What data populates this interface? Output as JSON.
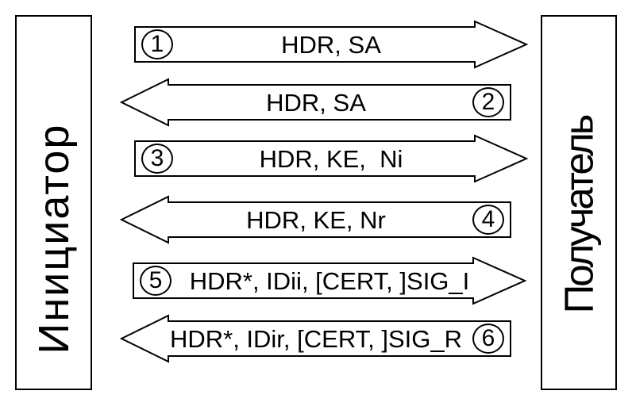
{
  "diagram": {
    "type": "protocol-exchange",
    "actors": {
      "initiator": "Инициатор",
      "receiver": "Получатель"
    },
    "messages": [
      {
        "step": "1",
        "direction": "right",
        "payload": "HDR, SA"
      },
      {
        "step": "2",
        "direction": "left",
        "payload": "HDR, SA"
      },
      {
        "step": "3",
        "direction": "right",
        "payload": "HDR, KE,  Ni"
      },
      {
        "step": "4",
        "direction": "left",
        "payload": "HDR, KE, Nr"
      },
      {
        "step": "5",
        "direction": "right",
        "payload": "HDR*, IDii, [CERT, ]SIG_I"
      },
      {
        "step": "6",
        "direction": "left",
        "payload": "HDR*, IDir, [CERT, ]SIG_R"
      }
    ],
    "colors": {
      "background": "#ffffff",
      "line": "#000000",
      "text": "#000000"
    }
  }
}
